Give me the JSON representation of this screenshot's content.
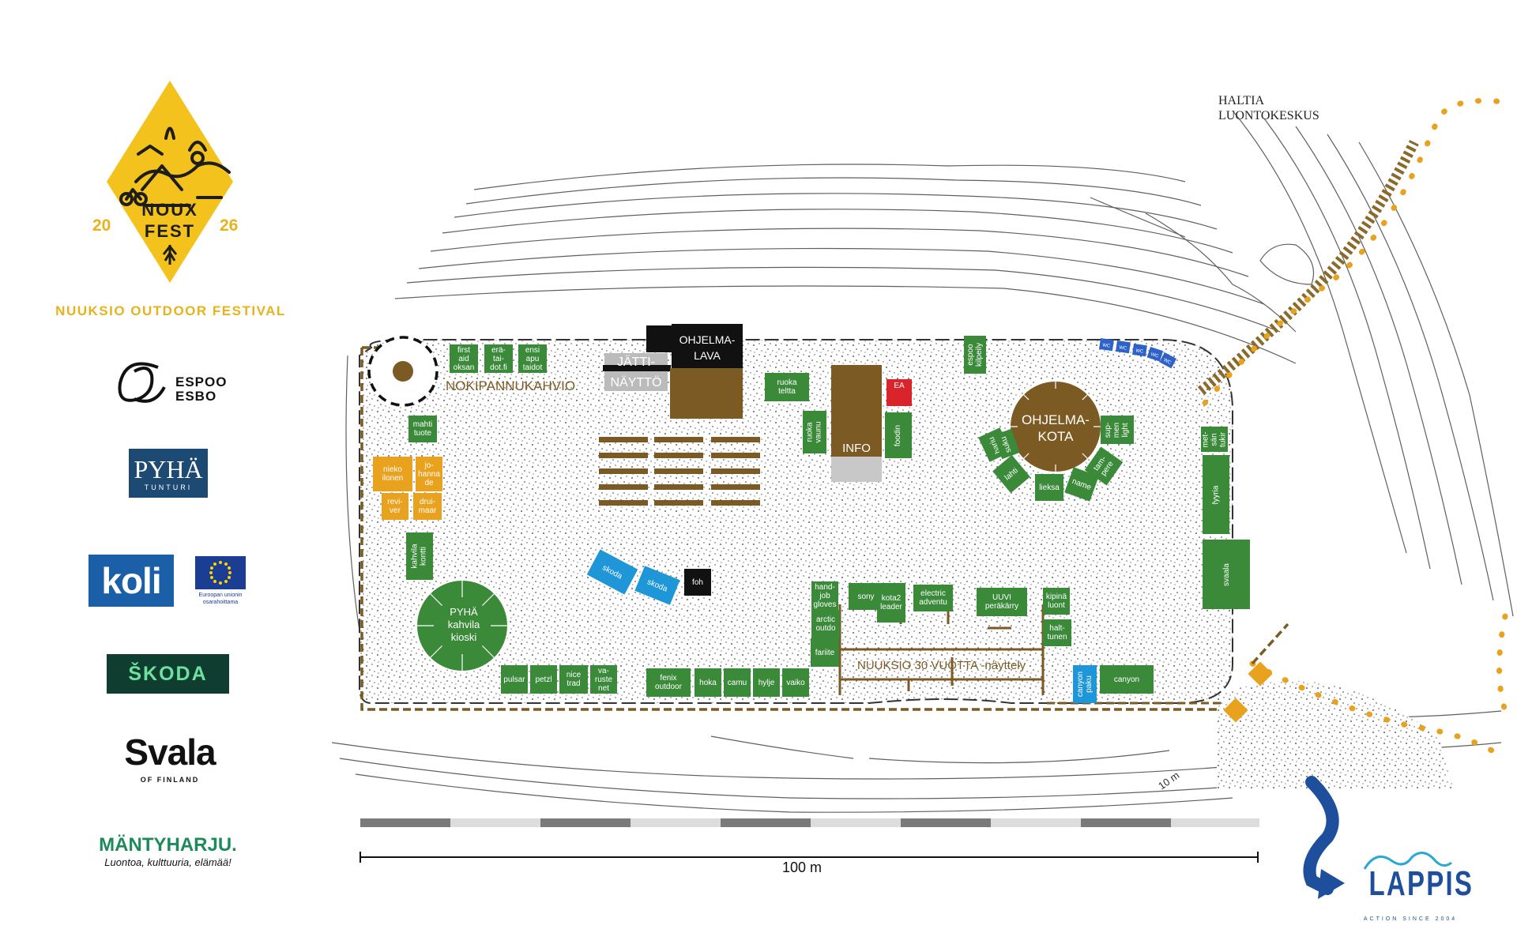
{
  "festival": {
    "logo_line1": "NOUX",
    "logo_line2": "FEST",
    "year_left": "20",
    "year_right": "26",
    "subtitle": "NUUKSIO OUTDOOR FESTIVAL"
  },
  "sponsors": {
    "espoo_line1": "ESPOO",
    "espoo_line2": "ESBO",
    "pyha_name": "PYHÄ",
    "pyha_sub": "TUNTURI",
    "koli": "koli",
    "eu_line1": "Euroopan unionin",
    "eu_line2": "osarahoittama",
    "skoda": "ŠKODA",
    "svala_name": "Svala",
    "svala_sub": "OF FINLAND",
    "mantyharju_name": "MÄNTYHARJU.",
    "mantyharju_slogan": "Luontoa, kulttuuria, elämää!",
    "lappis_name": "LAPPIS",
    "lappis_slogan": "ACTION SINCE 2004"
  },
  "map": {
    "haltia_line1": "HALTIA",
    "haltia_line2": "LUONTOKESKUS",
    "scale_label": "100 m",
    "contour_label": "10 m",
    "nokipannu": "NOKIPANNUKAHVIO",
    "ohjelmalava": [
      "OHJELMA-",
      "LAVA"
    ],
    "jattinaytto": [
      "JÄTTI-",
      "NÄYTTÖ"
    ],
    "info": "INFO",
    "ea": "EA",
    "ohjelmakota": [
      "OHJELMA-",
      "KOTA"
    ],
    "pyha_kioski": [
      "PYHÄ",
      "kahvila",
      "kioski"
    ],
    "nuuksio_exhibit": "NUUKSIO 30 VUOTTA -näyttely",
    "wc": "WC",
    "stands": {
      "first_aid": [
        "first",
        "aid",
        "oksan"
      ],
      "eratai": [
        "erä-",
        "tai-",
        "dot.fi"
      ],
      "ensiapu": [
        "ensi",
        "apu",
        "taidot"
      ],
      "mahti": [
        "mahti",
        "tuote"
      ],
      "niekoilonen": [
        "nieko",
        "ilonen"
      ],
      "johannade": [
        "jo-",
        "hanna",
        "de"
      ],
      "reviver": [
        "revi-",
        "ver"
      ],
      "druimaar": [
        "drui-",
        "maar"
      ],
      "kahvila_kontti": [
        "kahvila",
        "kontti"
      ],
      "ruokateltta": [
        "ruoka",
        "teltta"
      ],
      "ruokavaunu": [
        "ruoka",
        "vaunu"
      ],
      "foodin": "foodin",
      "espoo_kilpeily": [
        "espoo",
        "kilpeily"
      ],
      "sup_menlight": [
        "sup-",
        "men",
        "light"
      ],
      "harju": "harju",
      "suku": "suku",
      "lahti": "lahti",
      "lieksa": "lieksa",
      "name": "name",
      "tampere": [
        "tam-",
        "pere"
      ],
      "metsan": [
        "met-",
        "sän",
        "tukir"
      ],
      "fyyria": "fyyria",
      "svaala": "svaala",
      "skoda1": "skoda",
      "skoda2": "skoda",
      "foh": "foh",
      "handjob": [
        "hand-",
        "job",
        "gloves"
      ],
      "arctic": [
        "arctic",
        "outdo"
      ],
      "fariite": "fariite",
      "sony": "sony",
      "kota2": [
        "kota2",
        "leader"
      ],
      "electric": [
        "electric",
        "adventu"
      ],
      "uuvi": [
        "UUVI",
        "peräkärry"
      ],
      "kipina": [
        "kipinä",
        "luont"
      ],
      "halttunen": [
        "halt-",
        "tunen"
      ],
      "canyon_paku": [
        "canyon",
        "paku"
      ],
      "canyon": "canyon",
      "pulsar": "pulsar",
      "petzl": "petzl",
      "nicetrad": [
        "nice",
        "trad"
      ],
      "varustenet": [
        "va-",
        "ruste",
        "net"
      ],
      "fenix": [
        "fenix",
        "outdoor"
      ],
      "hoka": "hoka",
      "camu": "camu",
      "hylje": "hylje",
      "vaiko": "vaiko"
    }
  },
  "colors": {
    "festival_yellow": "#f4c21c",
    "stand_green": "#3a8a3a",
    "orange_stand": "#e8a21e",
    "blue_stand": "#1e96d8",
    "brown": "#7b5a23",
    "ea_red": "#d8242a",
    "skoda_bg": "#0f3d2f",
    "skoda_text": "#6ee0a0",
    "koli_blue": "#1b5fa8",
    "lappis_blue": "#1d4f9c"
  }
}
